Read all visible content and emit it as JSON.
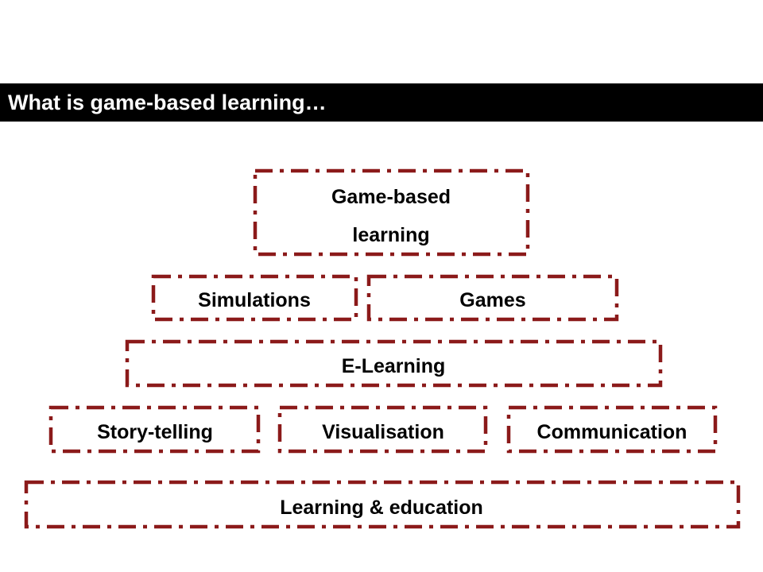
{
  "title": "What is game-based learning…",
  "colors": {
    "border": "#8b1a1a",
    "title_bg": "#000000",
    "title_text": "#ffffff"
  },
  "boxes": {
    "game_based_line1": "Game-based",
    "game_based_line2": "learning",
    "simulations": "Simulations",
    "games": "Games",
    "e_learning": "E-Learning",
    "story_telling": "Story-telling",
    "visualisation": "Visualisation",
    "communication": "Communication",
    "learning_education": "Learning & education"
  }
}
